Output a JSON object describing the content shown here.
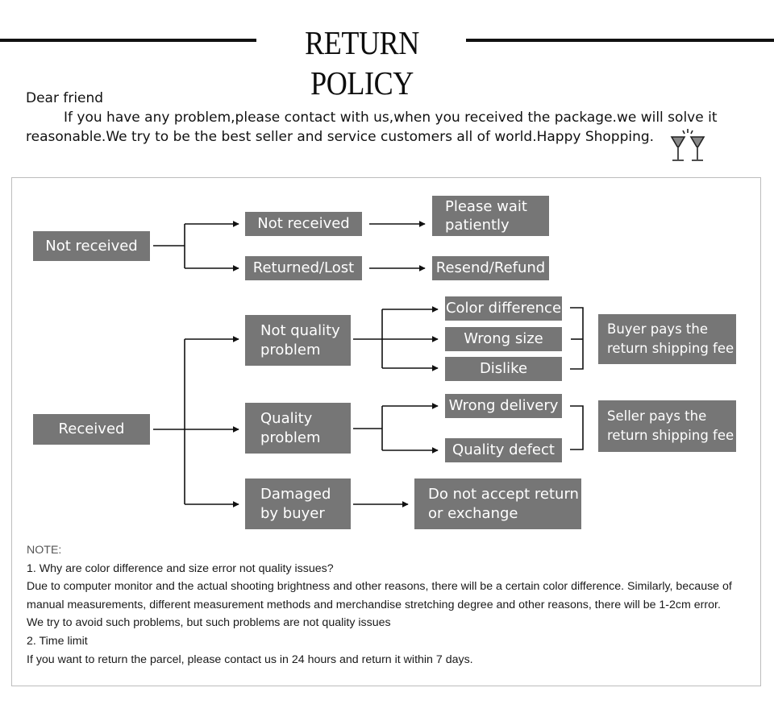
{
  "header": {
    "title": "RETURN POLICY"
  },
  "intro": {
    "greeting": "Dear friend",
    "message": "If you have any problem,please contact with us,when you received the package.we will solve it reasonable.We try to be the best seller and service customers all of world.Happy Shopping."
  },
  "icons": {
    "cheers": "champagne-glasses-icon"
  },
  "flowchart": {
    "not_received": {
      "root": "Not received",
      "branch_not_received": "Not received",
      "branch_returned_lost": "Returned/Lost",
      "result_wait": "Please wait patiently",
      "result_resend": "Resend/Refund"
    },
    "received": {
      "root": "Received",
      "not_quality": {
        "label": "Not quality problem",
        "items": [
          "Color difference",
          "Wrong size",
          "Dislike"
        ],
        "result": "Buyer pays the return shipping fee"
      },
      "quality": {
        "label": "Quality problem",
        "items": [
          "Wrong delivery",
          "Quality defect"
        ],
        "result": "Seller pays the return shipping fee"
      },
      "damaged": {
        "label": "Damaged by buyer",
        "result": "Do not accept return or exchange"
      }
    }
  },
  "notes": {
    "heading": "NOTE:",
    "q1": "1. Why are color difference and size error not quality issues?",
    "a1_line1": "Due to computer monitor and the actual shooting brightness and other reasons, there will be a certain color difference. Similarly, because of",
    "a1_line2": "manual measurements, different measurement methods and merchandise stretching degree and other reasons, there will be 1-2cm error.",
    "a1_line3": "We try to avoid such problems, but such problems are not quality issues",
    "q2": "2. Time limit",
    "a2": "If you want to return the parcel, please contact us in 24 hours and return it within 7 days."
  },
  "colors": {
    "box": "#767676",
    "line": "#111111",
    "text": "#111111",
    "border": "#bdbdbd"
  }
}
